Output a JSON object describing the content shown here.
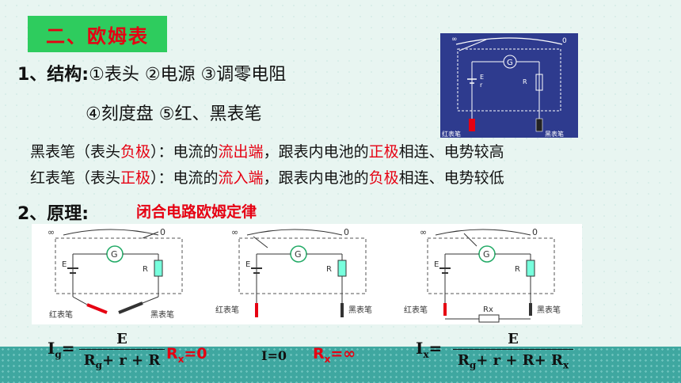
{
  "title": "二、欧姆表",
  "structure": {
    "heading": "1、结构:",
    "items_line1": "①表头  ②电源 ③调零电阻",
    "items_line2": "④刻度盘 ⑤红、黑表笔"
  },
  "black_probe": {
    "p1": "黑表笔（表头",
    "r1": "负极",
    "p2": "）：电流的",
    "r2": "流出端",
    "p3": "，跟表内电池的",
    "r3": "正极",
    "p4": "相连、电势较高"
  },
  "red_probe": {
    "p1": "红表笔（表头",
    "r1": "正极",
    "p2": "）：电流的",
    "r2": "流入端",
    "p3": "，跟表内电池的",
    "r3": "负极",
    "p4": "相连、电势较低"
  },
  "principle": {
    "heading": "2、原理:",
    "subtitle": "闭合电路欧姆定律"
  },
  "diagram_labels": {
    "red_pen": "红表笔",
    "black_pen": "黑表笔",
    "infinity": "∞",
    "zero": "0",
    "galvanometer": "G",
    "emf": "E",
    "internal_r": "r",
    "resistor": "R",
    "rx": "Rx"
  },
  "formulas": {
    "ig_lhs": "I",
    "ig_sub": "g",
    "eq": "=",
    "ig_num": "E",
    "ig_den_a": "R",
    "ig_den_a_sub": "g",
    "ig_den_b": "+ r + R",
    "ig_cond": "R",
    "ig_cond_sub": "x",
    "ig_cond_val": "=0",
    "i0": "I=0",
    "i0_cond": "R",
    "i0_cond_sub": "x",
    "i0_cond_val": "=∞",
    "ix_lhs": "I",
    "ix_sub": "x",
    "ix_num": "E",
    "ix_den_b": "+ r + R+ R",
    "ix_den_sub": "x"
  }
}
